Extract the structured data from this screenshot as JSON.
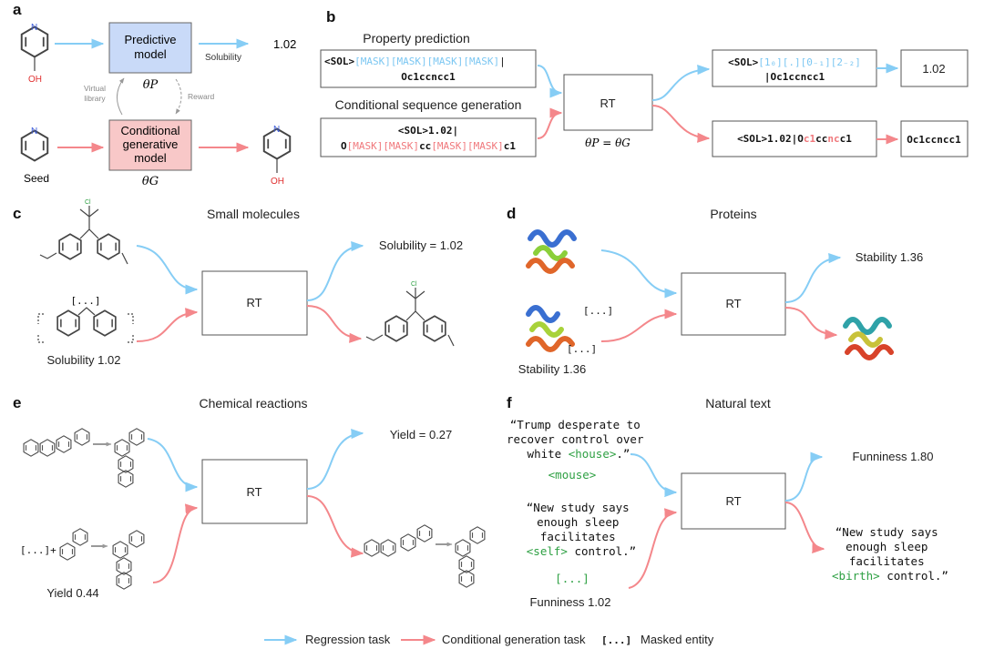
{
  "panel_a": {
    "label": "a",
    "predictive_model": [
      "Predictive",
      "model"
    ],
    "generative_model": [
      "Conditional",
      "generative",
      "model"
    ],
    "theta_p": "θP",
    "theta_g": "θG",
    "output_value": "1.02",
    "property": "Solubility",
    "virtual_library": [
      "Virtual",
      "library"
    ],
    "reward": "Reward",
    "seed": "Seed",
    "atom_n": "N",
    "atom_oh": "OH",
    "predictive_fill": "#c9daf8",
    "generative_fill": "#f8c8c8"
  },
  "panel_b": {
    "label": "b",
    "property_prediction": "Property prediction",
    "conditional_generation": "Conditional sequence generation",
    "input1": {
      "prefix": "<SOL>",
      "masks": "[MASK][MASK][MASK][MASK]",
      "sep": "|",
      "line2": "Oc1ccncc1"
    },
    "input2": {
      "line1": "<SOL>1.02|",
      "p1": "O",
      "m1": "[MASK][MASK]",
      "p2": "cc",
      "m2": "[MASK][MASK]",
      "p3": "c1"
    },
    "model": "RT",
    "theta_eq": "θP = θG",
    "output1": {
      "prefix": "<SOL>",
      "tokens": "[1₀][.][0₋₁][2₋₂]",
      "line2": "|Oc1ccncc1"
    },
    "output1_value": "1.02",
    "output2": {
      "p1": "<SOL>1.02|O",
      "r1": "c1",
      "p2": "cc",
      "r2": "nc",
      "p3": "c1"
    },
    "output2_value": "Oc1ccncc1"
  },
  "panel_c": {
    "label": "c",
    "title": "Small molecules",
    "model": "RT",
    "output_property": "Solubility = 1.02",
    "input_property": "Solubility 1.02",
    "mask": "[...]",
    "atom_cl": "Cl"
  },
  "panel_d": {
    "label": "d",
    "title": "Proteins",
    "model": "RT",
    "output_property": "Stability 1.36",
    "input_property": "Stability 1.36",
    "mask": "[...]"
  },
  "panel_e": {
    "label": "e",
    "title": "Chemical reactions",
    "model": "RT",
    "output_property": "Yield = 0.27",
    "input_property": "Yield 0.44",
    "mask": "[...]+"
  },
  "panel_f": {
    "label": "f",
    "title": "Natural text",
    "model": "RT",
    "input1": [
      "“Trump desperate to",
      "recover control over",
      "white ",
      "<house>",
      "."
    ],
    "input1_close": "”",
    "alt_token": "<mouse>",
    "input2": [
      "“New study says",
      "enough sleep",
      "facilitates",
      "<self>",
      " control.”"
    ],
    "mask": "[...]",
    "input_property": "Funniness 1.02",
    "output_property": "Funniness 1.80",
    "output2": [
      "“New study says",
      "enough sleep",
      "facilitates",
      "<birth>",
      " control.”"
    ]
  },
  "legend": {
    "regression": "Regression task",
    "generation": "Conditional generation task",
    "mask_symbol": "[...]",
    "mask_label": "Masked entity",
    "regression_color": "#86cdf5",
    "generation_color": "#f4878b"
  }
}
